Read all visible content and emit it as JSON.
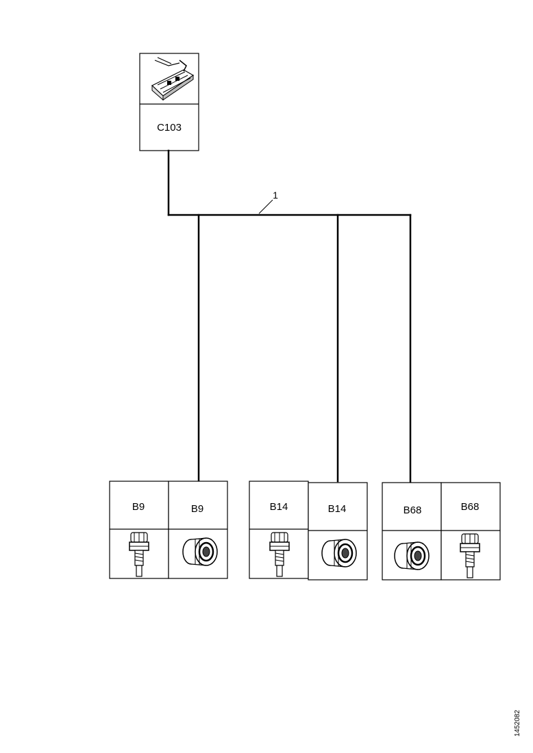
{
  "diagram": {
    "source_connector": {
      "label": "C103",
      "icon": "connector-block-icon"
    },
    "harness_callout": "1",
    "components": [
      {
        "label_left": "B9",
        "label_right": "B9",
        "icon_left": "temperature-sensor-icon",
        "icon_right": "round-connector-icon"
      },
      {
        "label_left": "B14",
        "label_right": "B14",
        "icon_left": "temperature-sensor-icon",
        "icon_right": "round-connector-icon"
      },
      {
        "label_left": "B68",
        "label_right": "B68",
        "icon_left": "round-connector-icon",
        "icon_right": "temperature-sensor-icon"
      }
    ],
    "document_number": "1452082"
  }
}
